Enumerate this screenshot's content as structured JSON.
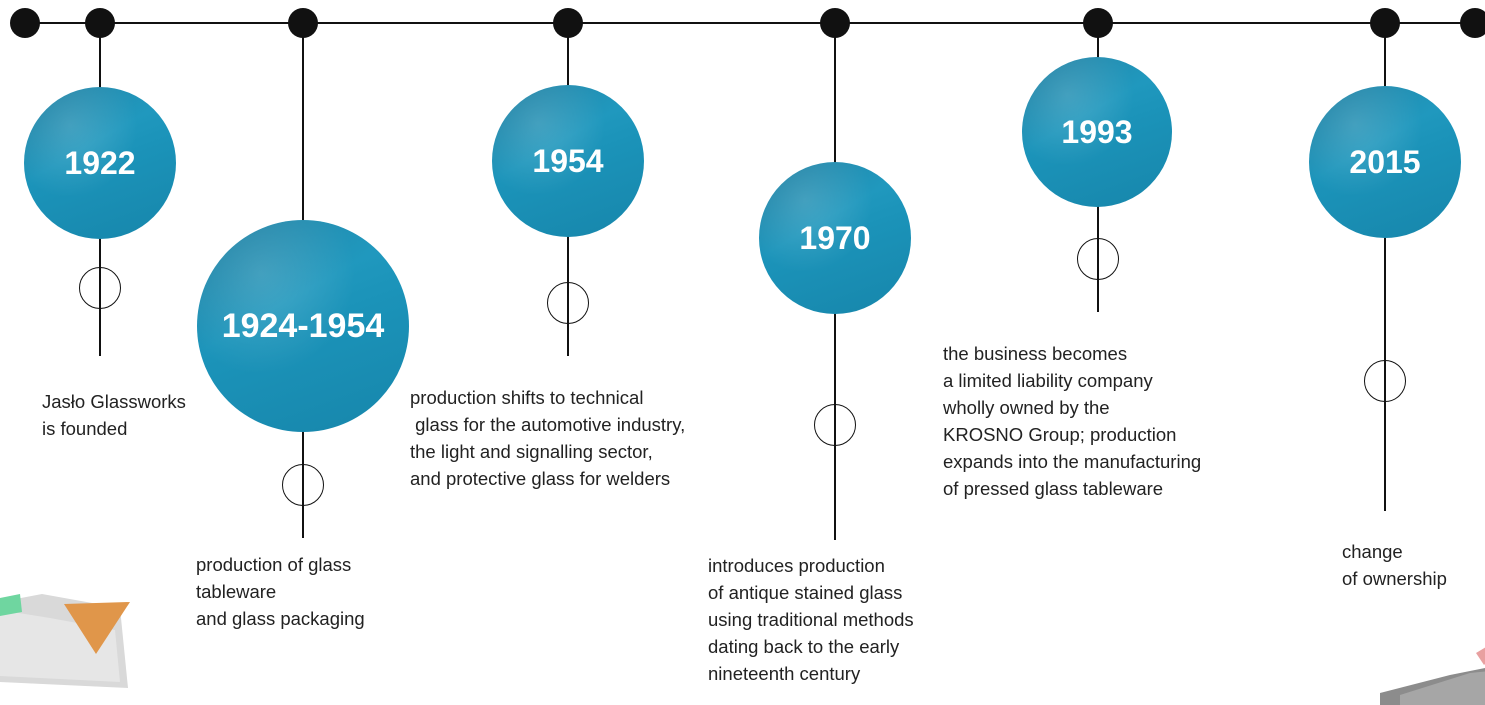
{
  "events": [
    {
      "year": "1922",
      "text": "Jasło Glassworks\nis founded"
    },
    {
      "year": "1924-1954",
      "text": "production of glass\ntableware\nand glass packaging"
    },
    {
      "year": "1954",
      "text": "production shifts to technical\n glass for the automotive industry,\nthe light and signalling sector,\nand protective glass for welders"
    },
    {
      "year": "1970",
      "text": "introduces production\nof antique stained glass\nusing traditional methods\ndating back to the early\nnineteenth century"
    },
    {
      "year": "1993",
      "text": "the business becomes\na limited liability company\nwholly owned by the\nKROSNO Group; production\nexpands into the manufacturing\nof pressed glass tableware"
    },
    {
      "year": "2015",
      "text": "change\nof ownership"
    }
  ],
  "colors": {
    "circle": "#1b93b9",
    "line": "#111111",
    "accent_orange": "#e0964a",
    "accent_green": "#6fd6a0"
  }
}
